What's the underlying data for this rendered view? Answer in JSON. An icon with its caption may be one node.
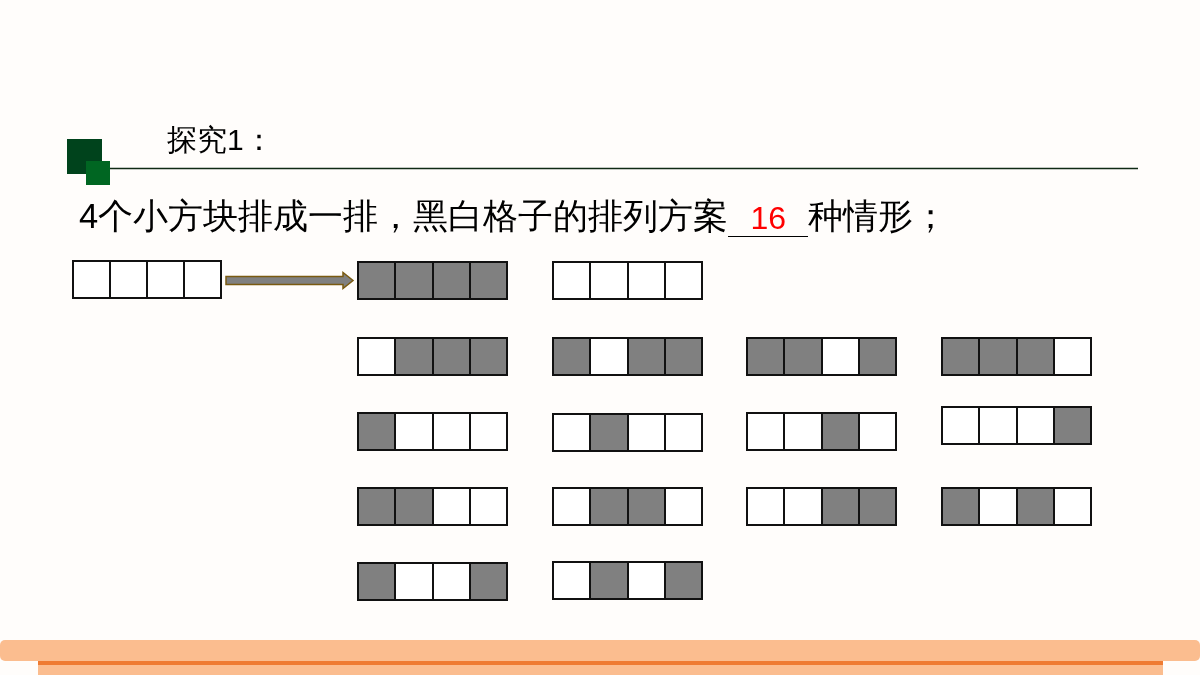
{
  "diagram": {
    "title": "探究1：",
    "nodes": [
      {
        "text": [],
        "shape": "box"
      },
      {
        "text": [],
        "shape": "box"
      },
      {
        "text": [],
        "shape": "box"
      },
      {
        "text": [],
        "shape": "box"
      },
      {
        "text": [],
        "shape": "box"
      },
      {
        "text": [],
        "shape": "box"
      },
      {
        "text": [],
        "shape": "box"
      },
      {
        "text": [],
        "shape": "box"
      },
      {
        "text": [],
        "shape": "box"
      },
      {
        "text": [],
        "shape": "box"
      },
      {
        "text": [],
        "shape": "box"
      },
      {
        "text": [],
        "shape": "box"
      },
      {
        "text": [],
        "shape": "box"
      },
      {
        "text": [],
        "shape": "box"
      },
      {
        "text": [],
        "shape": "box"
      },
      {
        "text": [],
        "shape": "box"
      },
      {
        "text": [],
        "shape": "box"
      }
    ],
    "edges": [
      {
        "from": 0,
        "to": 1,
        "arrow": "to"
      }
    ],
    "labels": [
      "4个小方块排成一排，黑白格子的排列方案",
      "16",
      "种情形；"
    ]
  }
}
